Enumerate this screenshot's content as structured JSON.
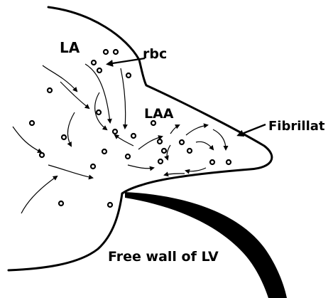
{
  "labels": {
    "la": "LA",
    "rbc": "rbc",
    "laa": "LAA",
    "fibrillation": "Fibrillat",
    "free_wall": "Free wall of LV"
  },
  "colors": {
    "ink": "#000000",
    "background": "#ffffff"
  }
}
